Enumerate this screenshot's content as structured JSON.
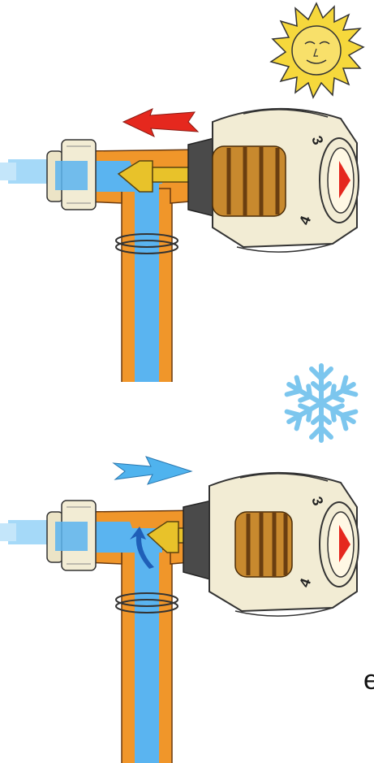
{
  "dial_marks": {
    "upper": "3",
    "lower": "4"
  },
  "edge_text": "e",
  "colors": {
    "water": "#5ab4f0",
    "pipe_wall": "#f0962a",
    "bellows": "#c8892e",
    "cap": "#f2ecd4",
    "heat_arrow": "#e5281e",
    "cool_arrow": "#4fb3ee",
    "sun": "#f6d83c",
    "snowflake": "#7cc6ee"
  },
  "states": [
    {
      "id": "warm",
      "icon": "sun-icon",
      "arrow": "left",
      "valve": "closed"
    },
    {
      "id": "cold",
      "icon": "snowflake-icon",
      "arrow": "right",
      "valve": "open"
    }
  ]
}
